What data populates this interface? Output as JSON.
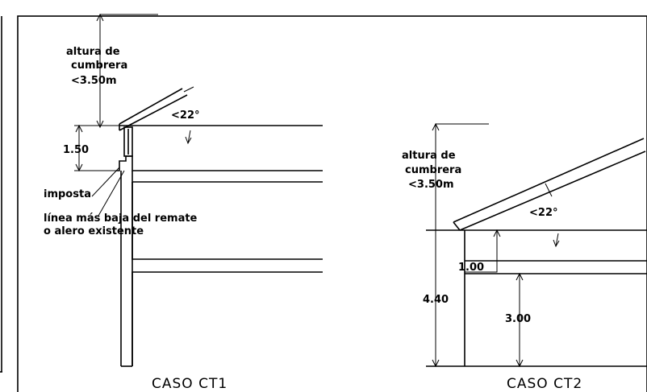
{
  "ct1": {
    "height_label": [
      "altura de",
      "cumbrera",
      "<3.50m"
    ],
    "angle": "<22°",
    "dim_150": "1.50",
    "imposta": "imposta",
    "remate": [
      "línea más baja del remate",
      "o alero existente"
    ],
    "caption": "CASO  CT1"
  },
  "ct2": {
    "height_label": [
      "altura de",
      "cumbrera",
      "<3.50m"
    ],
    "angle": "<22°",
    "dim_100": "1.00",
    "dim_440": "4.40",
    "dim_300": "3.00",
    "caption": "CASO  CT2"
  }
}
